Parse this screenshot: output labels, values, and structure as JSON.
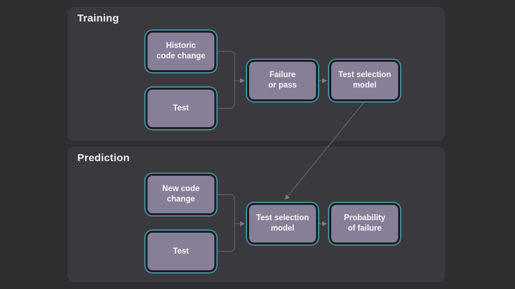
{
  "diagram": {
    "colors": {
      "page_background": "#2f2f32",
      "panel_background": "#3a3a3e",
      "node_fill": "#867f97",
      "node_inner_border": "#1f1f25",
      "node_outline_accent": "#4aa2b5",
      "connector": "#606066",
      "arrowhead": "#7d7d85",
      "text": "#f7f7f9"
    },
    "sections": {
      "training": {
        "title": "Training",
        "nodes": {
          "historic": "Historic\ncode change",
          "test": "Test",
          "failure": "Failure\nor pass",
          "model": "Test selection\nmodel"
        }
      },
      "prediction": {
        "title": "Prediction",
        "nodes": {
          "new_code": "New code\nchange",
          "test": "Test",
          "model": "Test selection\nmodel",
          "probability": "Probability\nof failure"
        }
      }
    }
  }
}
